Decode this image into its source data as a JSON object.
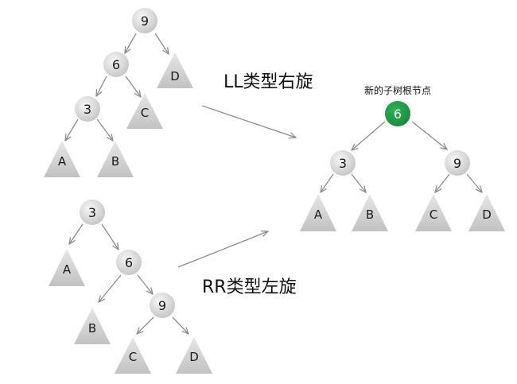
{
  "labels": {
    "ll_rotation": "LL类型右旋",
    "rr_rotation": "RR类型左旋",
    "new_subtree_root": "新的子树根节点"
  },
  "ll_tree": {
    "nodes": [
      "9",
      "6",
      "3"
    ],
    "subtrees": [
      "A",
      "B",
      "C",
      "D"
    ]
  },
  "rr_tree": {
    "nodes": [
      "3",
      "6",
      "9"
    ],
    "subtrees": [
      "A",
      "B",
      "C",
      "D"
    ]
  },
  "result_tree": {
    "root": "6",
    "nodes": [
      "3",
      "9"
    ],
    "subtrees": [
      "A",
      "B",
      "C",
      "D"
    ]
  },
  "colors": {
    "node_fill": "#d6d6d6",
    "root_fill": "#1a9641",
    "subtree_fill": "#cfcfcf",
    "edge": "#8c8c8c"
  }
}
